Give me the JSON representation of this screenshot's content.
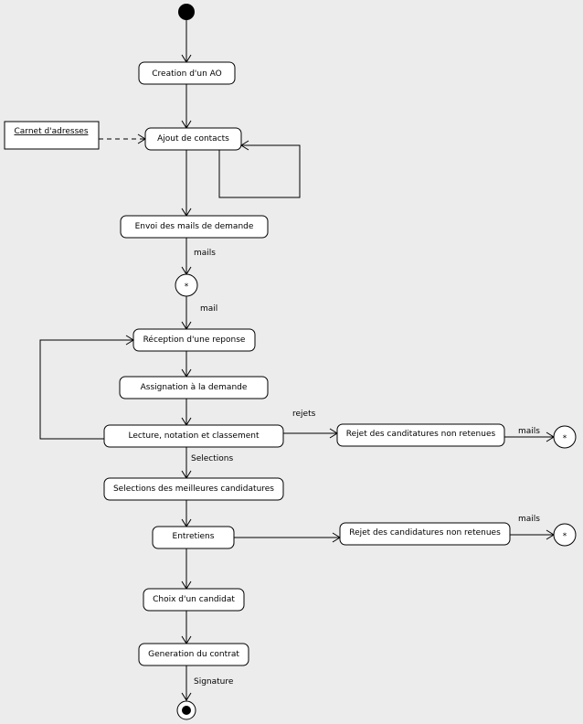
{
  "diagram": {
    "nodes": {
      "creation": "Creation d'un AO",
      "carnet": "Carnet d'adresses",
      "ajout": "Ajout de contacts",
      "envoi": "Envoi des mails de demande",
      "reception": "Réception d'une reponse",
      "assignation": "Assignation à la demande",
      "lecture": "Lecture, notation et classement",
      "rejet1": "Rejet des canditatures non retenues",
      "selections": "Selections des meilleures candidatures",
      "entretiens": "Entretiens",
      "rejet2": "Rejet des candidatures non retenues",
      "choix": "Choix d'un candidat",
      "generation": "Generation du contrat"
    },
    "edge_labels": {
      "mails_envoi": "mails",
      "mail_reception": "mail",
      "rejets": "rejets",
      "mails_rejet1": "mails",
      "selections": "Selections",
      "mails_rejet2": "mails",
      "signature": "Signature"
    },
    "symbols": {
      "star": "*"
    }
  }
}
